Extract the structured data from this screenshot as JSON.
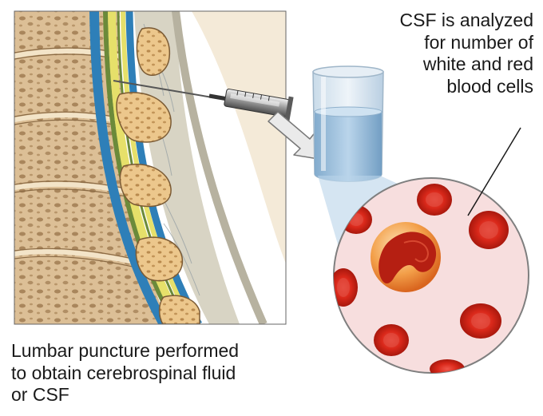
{
  "captions": {
    "csf_analysis": [
      "CSF is analyzed",
      "for number of",
      "white and red",
      "blood cells"
    ],
    "lumbar_puncture": [
      "Lumbar puncture performed",
      "to obtain cerebrospinal fluid",
      "or CSF"
    ]
  },
  "colors": {
    "bone": "#d9b98c",
    "bone_pore": "#9c7b55",
    "vertebra_body": "#e8c48a",
    "spinal_cord": "#e7e36a",
    "dura_blue": "#3f8fc4",
    "csf_liquid": "#a9cbe6",
    "red_blood_cell": "#d9281a",
    "white_blood_cell": "#f08a2a",
    "magnifier_fill": "#f5d7d7"
  },
  "icons": [
    "syringe-icon",
    "arrow-icon",
    "test-tube-icon",
    "magnifier-icon"
  ]
}
